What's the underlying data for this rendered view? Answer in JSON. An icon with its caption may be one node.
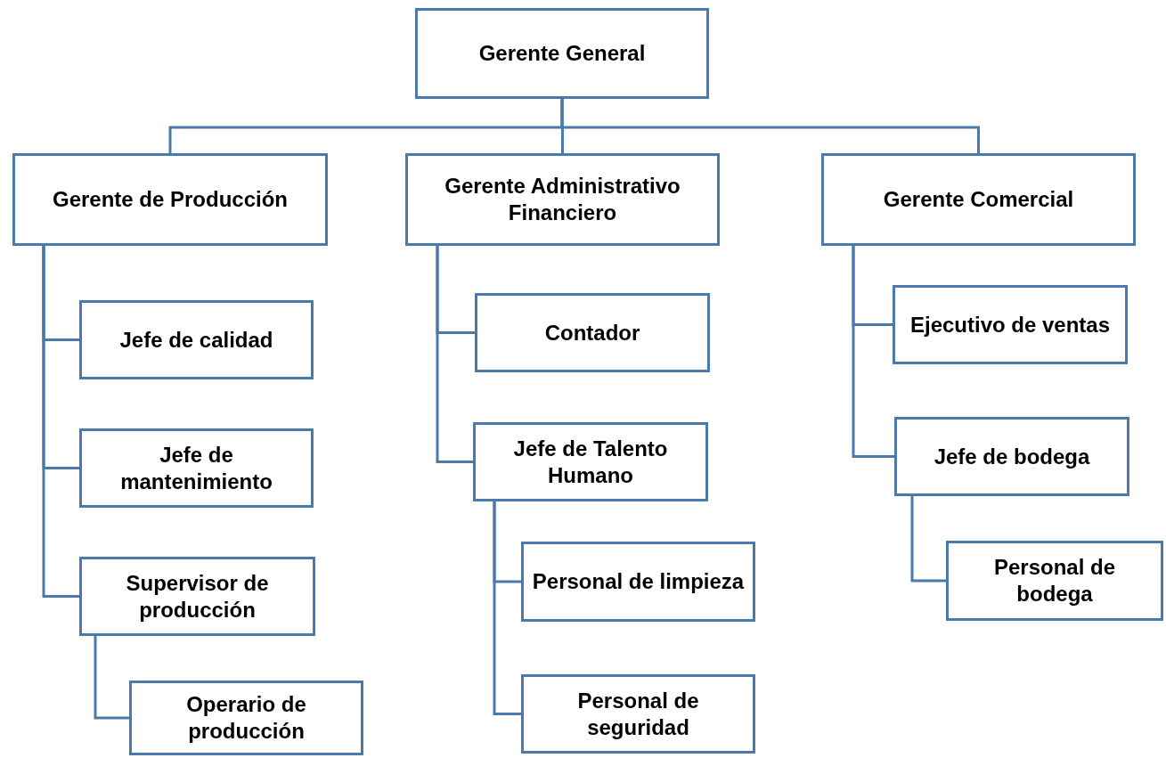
{
  "diagram": {
    "nodes": [
      {
        "text": [
          "Gerente General"
        ]
      },
      {
        "text": [
          "Gerente de Producción"
        ]
      },
      {
        "text": [
          "Gerente Administrativo Financiero"
        ]
      },
      {
        "text": [
          "Gerente Comercial"
        ]
      },
      {
        "text": [
          "Jefe de calidad"
        ]
      },
      {
        "text": [
          "Jefe de mantenimiento"
        ]
      },
      {
        "text": [
          "Supervisor de producción"
        ]
      },
      {
        "text": [
          "Operario de producción"
        ]
      },
      {
        "text": [
          "Contador"
        ]
      },
      {
        "text": [
          "Jefe de Talento Humano"
        ]
      },
      {
        "text": [
          "Personal de limpieza"
        ]
      },
      {
        "text": [
          "Personal de seguridad"
        ]
      },
      {
        "text": [
          "Ejecutivo de ventas"
        ]
      },
      {
        "text": [
          "Jefe de bodega"
        ]
      },
      {
        "text": [
          "Personal de bodega"
        ]
      }
    ],
    "edges": [
      {
        "from": 0,
        "to": 1,
        "arrow": "none"
      },
      {
        "from": 0,
        "to": 2,
        "arrow": "none"
      },
      {
        "from": 0,
        "to": 3,
        "arrow": "none"
      },
      {
        "from": 1,
        "to": 4,
        "arrow": "none"
      },
      {
        "from": 1,
        "to": 5,
        "arrow": "none"
      },
      {
        "from": 1,
        "to": 6,
        "arrow": "none"
      },
      {
        "from": 6,
        "to": 7,
        "arrow": "none"
      },
      {
        "from": 2,
        "to": 8,
        "arrow": "none"
      },
      {
        "from": 2,
        "to": 9,
        "arrow": "none"
      },
      {
        "from": 9,
        "to": 10,
        "arrow": "none"
      },
      {
        "from": 9,
        "to": 11,
        "arrow": "none"
      },
      {
        "from": 3,
        "to": 12,
        "arrow": "none"
      },
      {
        "from": 3,
        "to": 13,
        "arrow": "none"
      },
      {
        "from": 13,
        "to": 14,
        "arrow": "none"
      }
    ]
  }
}
